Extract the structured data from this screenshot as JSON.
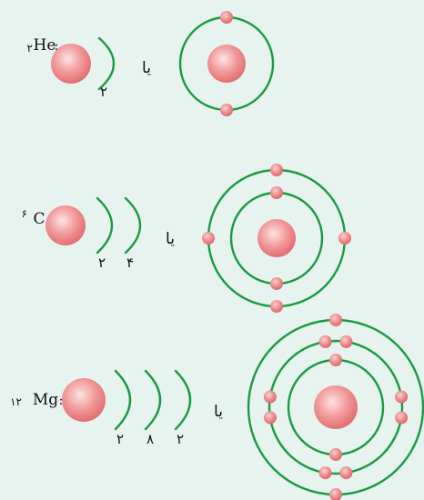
{
  "colors": {
    "background": "#e6f3ef",
    "shell": "#1a9a45",
    "nucleus": "#ec8585",
    "electron": "#ea7f80"
  },
  "atoms": [
    {
      "atomic_number": "۲",
      "symbol": "He",
      "separator": ":",
      "shell_counts": [
        "۲"
      ],
      "or_label": "یا",
      "electrons_per_shell": [
        2
      ]
    },
    {
      "atomic_number": "۶",
      "symbol": "C",
      "separator": ":",
      "shell_counts": [
        "۲",
        "۴"
      ],
      "or_label": "یا",
      "electrons_per_shell": [
        2,
        4
      ]
    },
    {
      "atomic_number": "۱۲",
      "symbol": "Mg",
      "separator": ":",
      "shell_counts": [
        "۲",
        "۸",
        "۲"
      ],
      "or_label": "یا",
      "electrons_per_shell": [
        2,
        8,
        2
      ]
    }
  ]
}
